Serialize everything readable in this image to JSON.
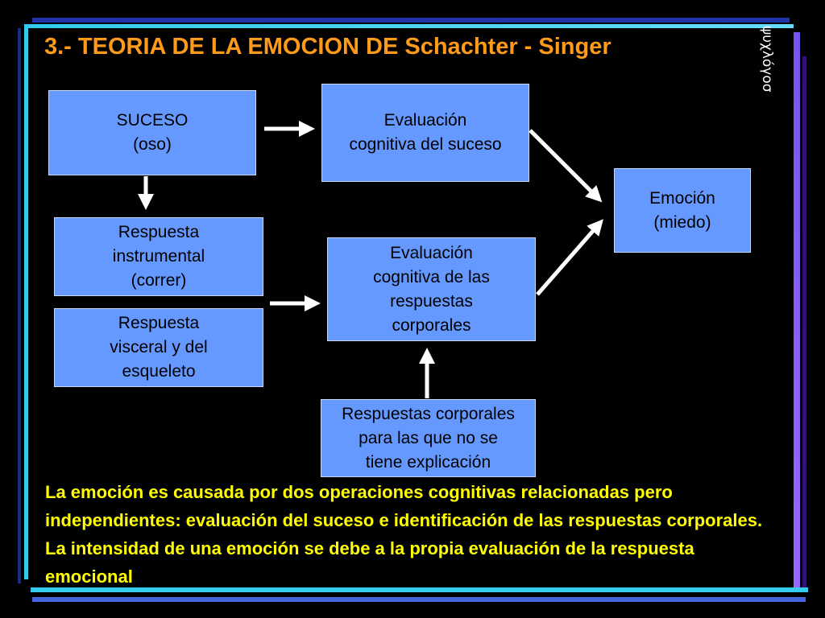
{
  "slide": {
    "title": "3.- TEORIA DE LA EMOCION DE Schachter - Singer",
    "vertical_label": "ψυχλόγοσ",
    "colors": {
      "title": "#ff9a1a",
      "box": "#6699ff",
      "note": "#ffff00",
      "arrow": "#ffffff"
    }
  },
  "diagram": {
    "nodes": {
      "suceso": "SUCESO\n(oso)",
      "evaluacion_suceso": "Evaluación\ncognitiva del suceso",
      "emocion": "Emoción\n(miedo)",
      "respuesta_instrumental": "Respuesta\ninstrumental\n(correr)",
      "respuesta_visceral": "Respuesta\nvisceral y del\nesqueleto",
      "evaluacion_respuestas": "Evaluación\ncognitiva de las\nrespuestas\ncorporales",
      "respuestas_sin_explicacion": "Respuestas corporales\npara las que no se\ntiene explicación"
    },
    "edges": [
      {
        "from": "suceso",
        "to": "evaluacion_suceso"
      },
      {
        "from": "suceso",
        "to": "respuesta_instrumental"
      },
      {
        "from": "evaluacion_suceso",
        "to": "emocion"
      },
      {
        "from": "respuesta_instrumental",
        "to": "evaluacion_respuestas"
      },
      {
        "from": "respuesta_visceral",
        "to": "evaluacion_respuestas"
      },
      {
        "from": "evaluacion_respuestas",
        "to": "emocion"
      },
      {
        "from": "respuestas_sin_explicacion",
        "to": "evaluacion_respuestas"
      }
    ]
  },
  "note": "La emoción es causada por dos operaciones cognitivas relacionadas pero independientes: evaluación del suceso e identificación de las respuestas corporales. La intensidad de una emoción se debe a la propia evaluación de la respuesta emocional"
}
